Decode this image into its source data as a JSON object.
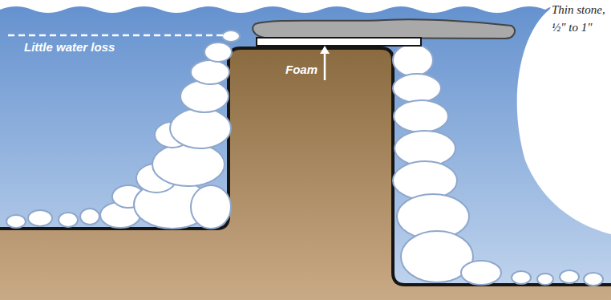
{
  "diagram": {
    "labels": [
      "Little water loss",
      "Foam",
      "Thin stone, ½″ to 1″"
    ]
  }
}
